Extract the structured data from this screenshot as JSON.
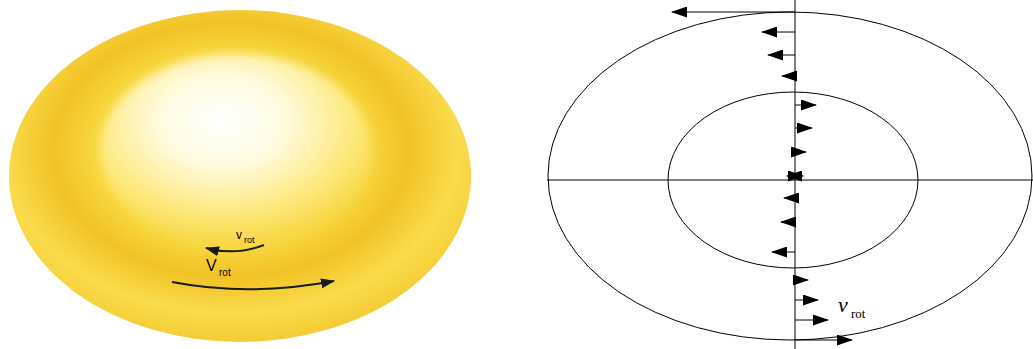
{
  "diagram": {
    "labels": [
      "v",
      "rot",
      "V",
      "rot",
      "v",
      "rot"
    ]
  }
}
